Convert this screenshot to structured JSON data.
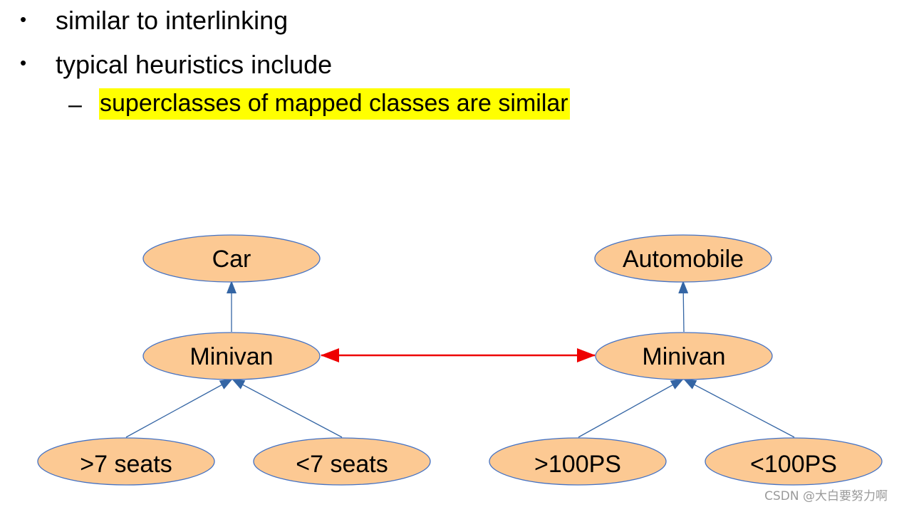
{
  "bullets": [
    "similar to interlinking",
    "typical heuristics include"
  ],
  "sub_bullet": {
    "text": "superclasses of mapped classes are similar",
    "highlight_color": "#ffff00"
  },
  "diagram": {
    "left_tree": {
      "top": "Car",
      "middle": "Minivan",
      "leaves": [
        ">7 seats",
        "<7 seats"
      ]
    },
    "right_tree": {
      "top": "Automobile",
      "middle": "Minivan",
      "leaves": [
        ">100PS",
        "<100PS"
      ]
    },
    "colors": {
      "node_fill": "#fcc993",
      "node_stroke": "#4472c4",
      "edge": "#3465a4",
      "mapping_arrow": "#ee0000"
    }
  },
  "watermark": "CSDN @大白要努力啊"
}
